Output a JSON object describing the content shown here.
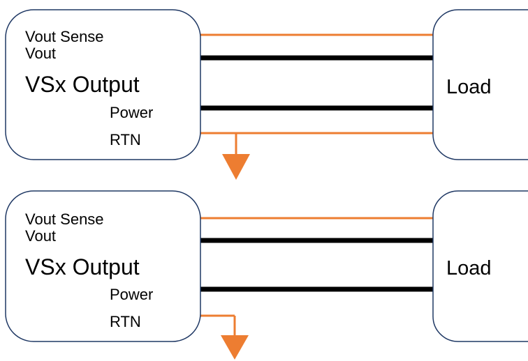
{
  "diagrams": [
    {
      "source": {
        "vout_sense": "Vout Sense",
        "vout": "Vout",
        "title": "VSx Output",
        "power": "Power",
        "rtn": "RTN"
      },
      "load": {
        "label": "Load"
      }
    },
    {
      "source": {
        "vout_sense": "Vout Sense",
        "vout": "Vout",
        "title": "VSx Output",
        "power": "Power",
        "rtn": "RTN"
      },
      "load": {
        "label": "Load"
      }
    }
  ],
  "colors": {
    "sense_line": "#ED7D31",
    "power_line": "#000000",
    "box_border": "#1F3864",
    "ground_arrow": "#ED7D31"
  }
}
